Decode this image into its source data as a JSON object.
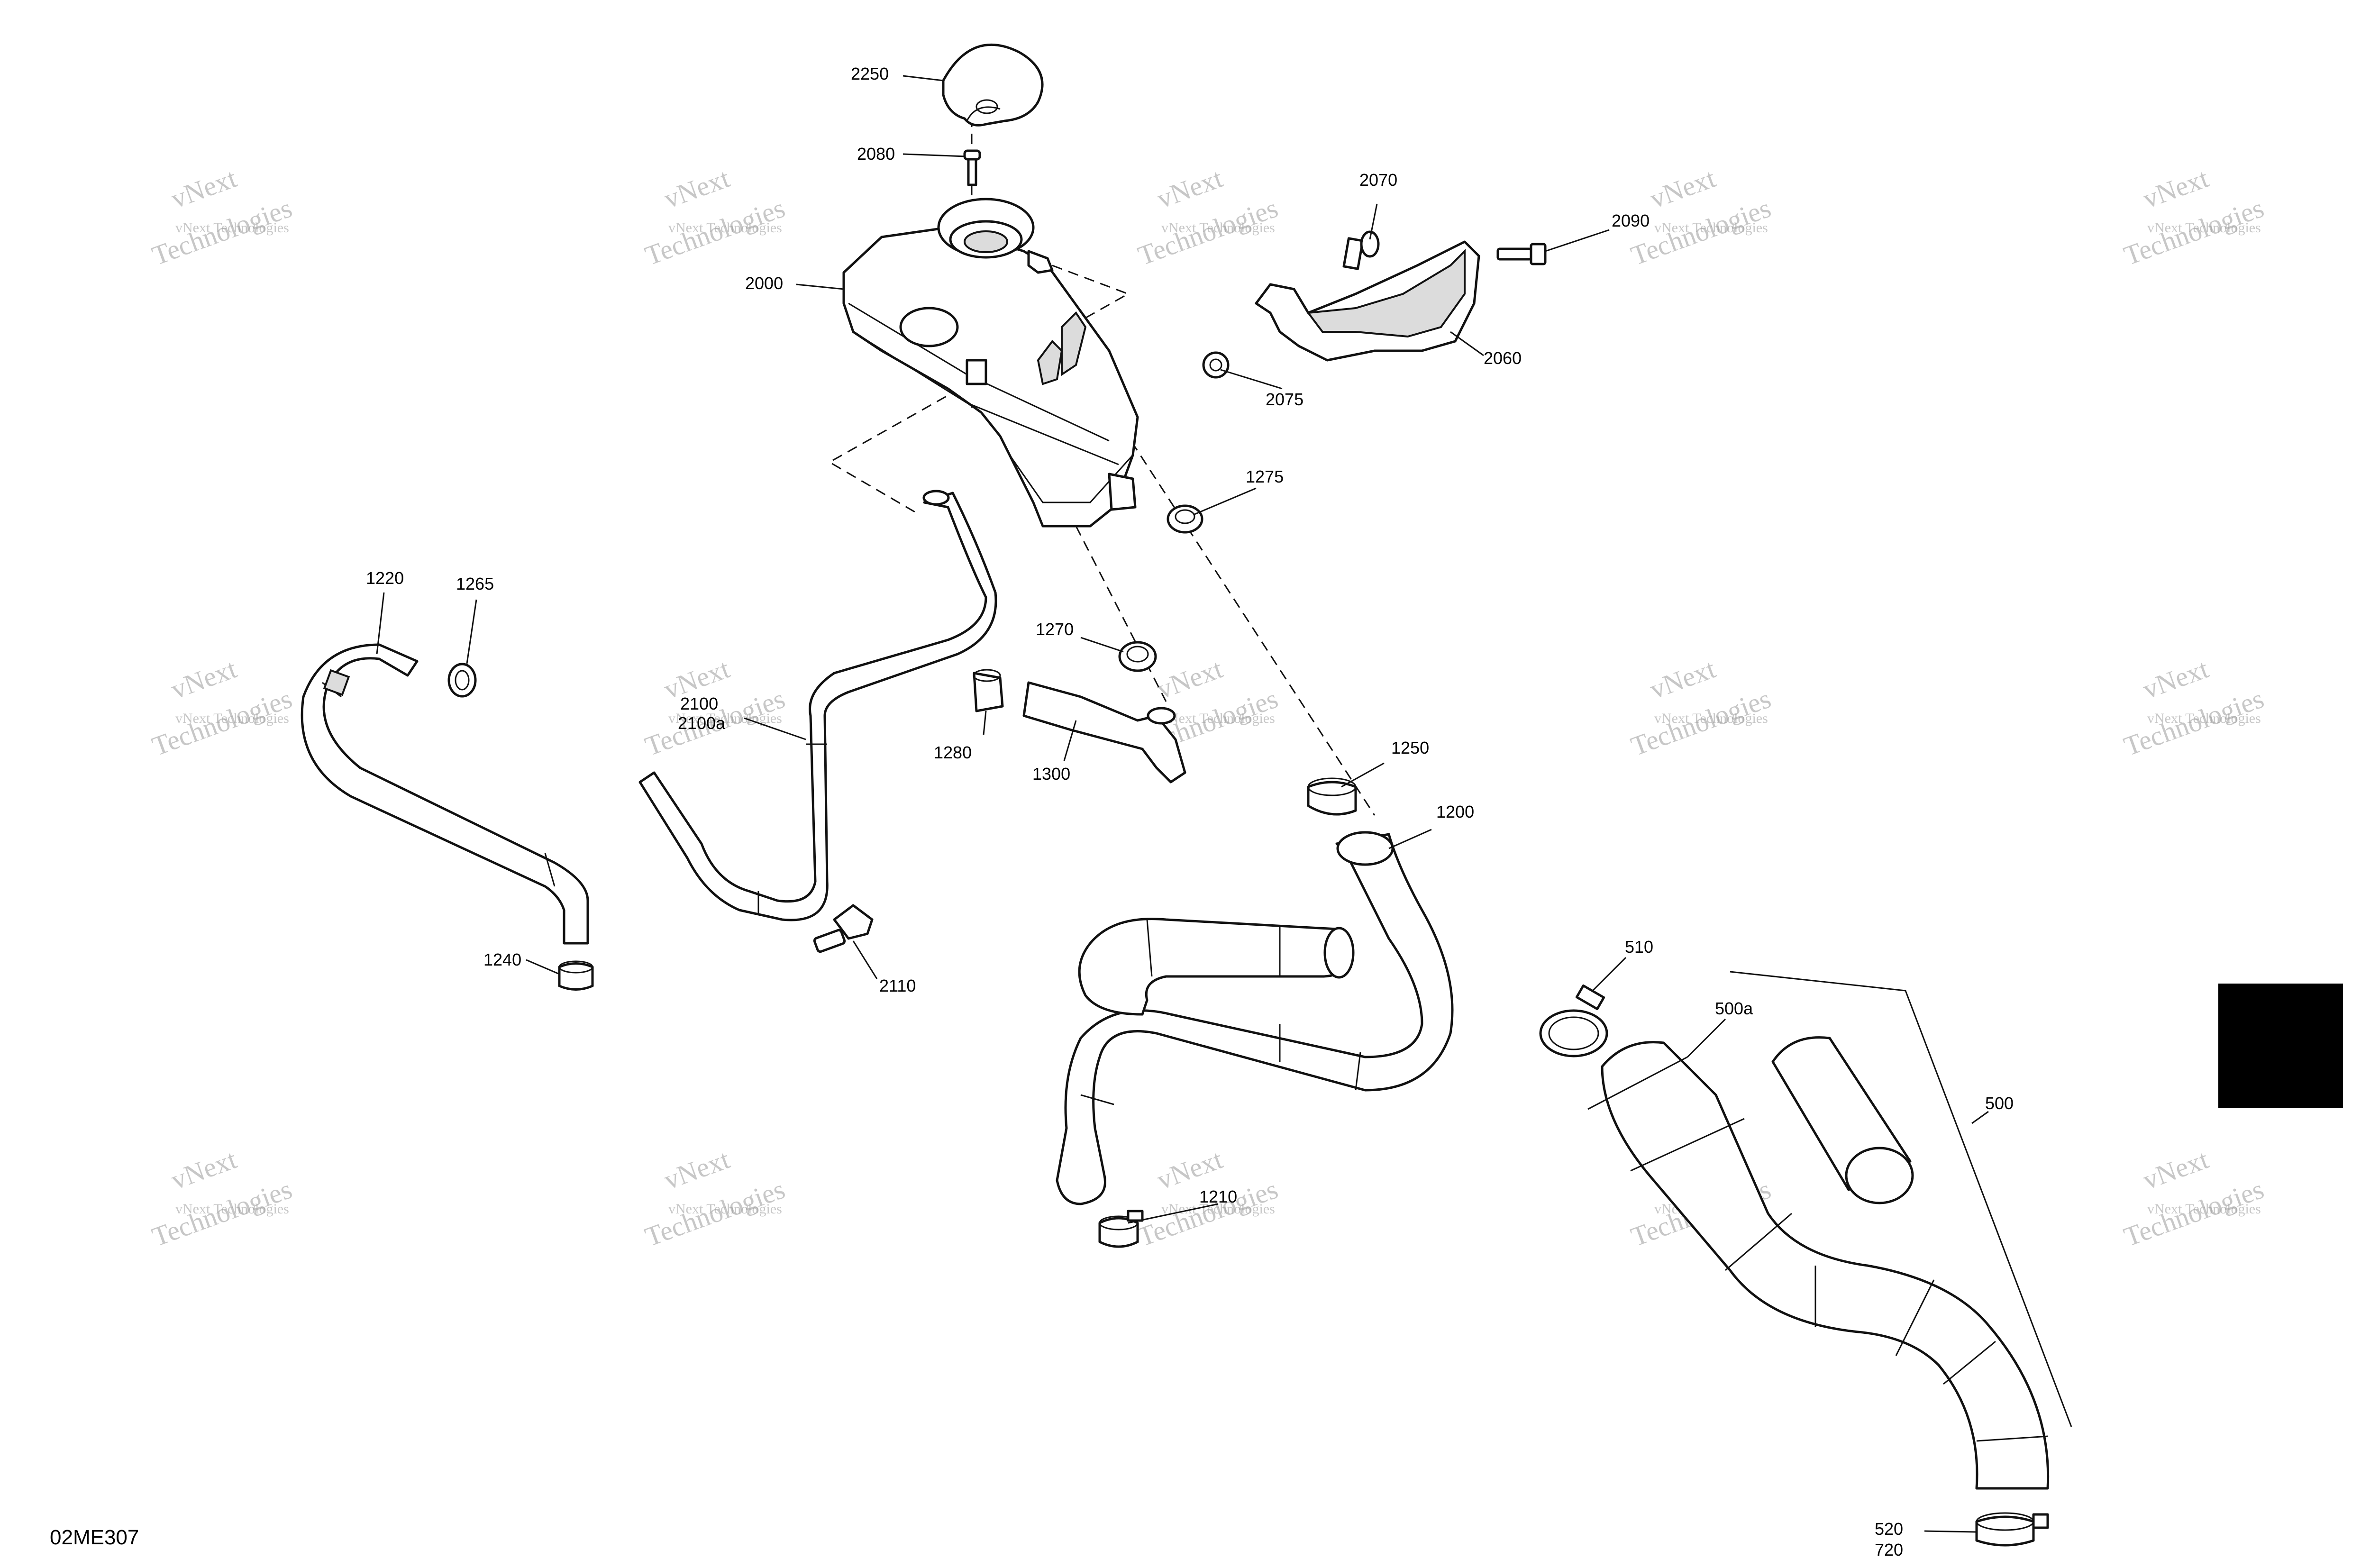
{
  "diagram_code": "02ME307",
  "watermark": {
    "line1": "vNext Technologies",
    "line2": "Technologies",
    "line3": "vNext"
  },
  "callouts": [
    {
      "id": "c2250",
      "text": "2250"
    },
    {
      "id": "c2080",
      "text": "2080"
    },
    {
      "id": "c2000",
      "text": "2000"
    },
    {
      "id": "c2070",
      "text": "2070"
    },
    {
      "id": "c2090",
      "text": "2090"
    },
    {
      "id": "c2060",
      "text": "2060"
    },
    {
      "id": "c2075",
      "text": "2075"
    },
    {
      "id": "c1275",
      "text": "1275"
    },
    {
      "id": "c1220",
      "text": "1220"
    },
    {
      "id": "c1265",
      "text": "1265"
    },
    {
      "id": "c2100",
      "text": "2100"
    },
    {
      "id": "c2100a",
      "text": "2100a"
    },
    {
      "id": "c1270",
      "text": "1270"
    },
    {
      "id": "c1280",
      "text": "1280"
    },
    {
      "id": "c1300",
      "text": "1300"
    },
    {
      "id": "c1250",
      "text": "1250"
    },
    {
      "id": "c1200",
      "text": "1200"
    },
    {
      "id": "c1240",
      "text": "1240"
    },
    {
      "id": "c2110",
      "text": "2110"
    },
    {
      "id": "c510",
      "text": "510"
    },
    {
      "id": "c500a",
      "text": "500a"
    },
    {
      "id": "c500",
      "text": "500"
    },
    {
      "id": "c1210",
      "text": "1210"
    },
    {
      "id": "c520",
      "text": "520"
    },
    {
      "id": "c720",
      "text": "720"
    }
  ]
}
